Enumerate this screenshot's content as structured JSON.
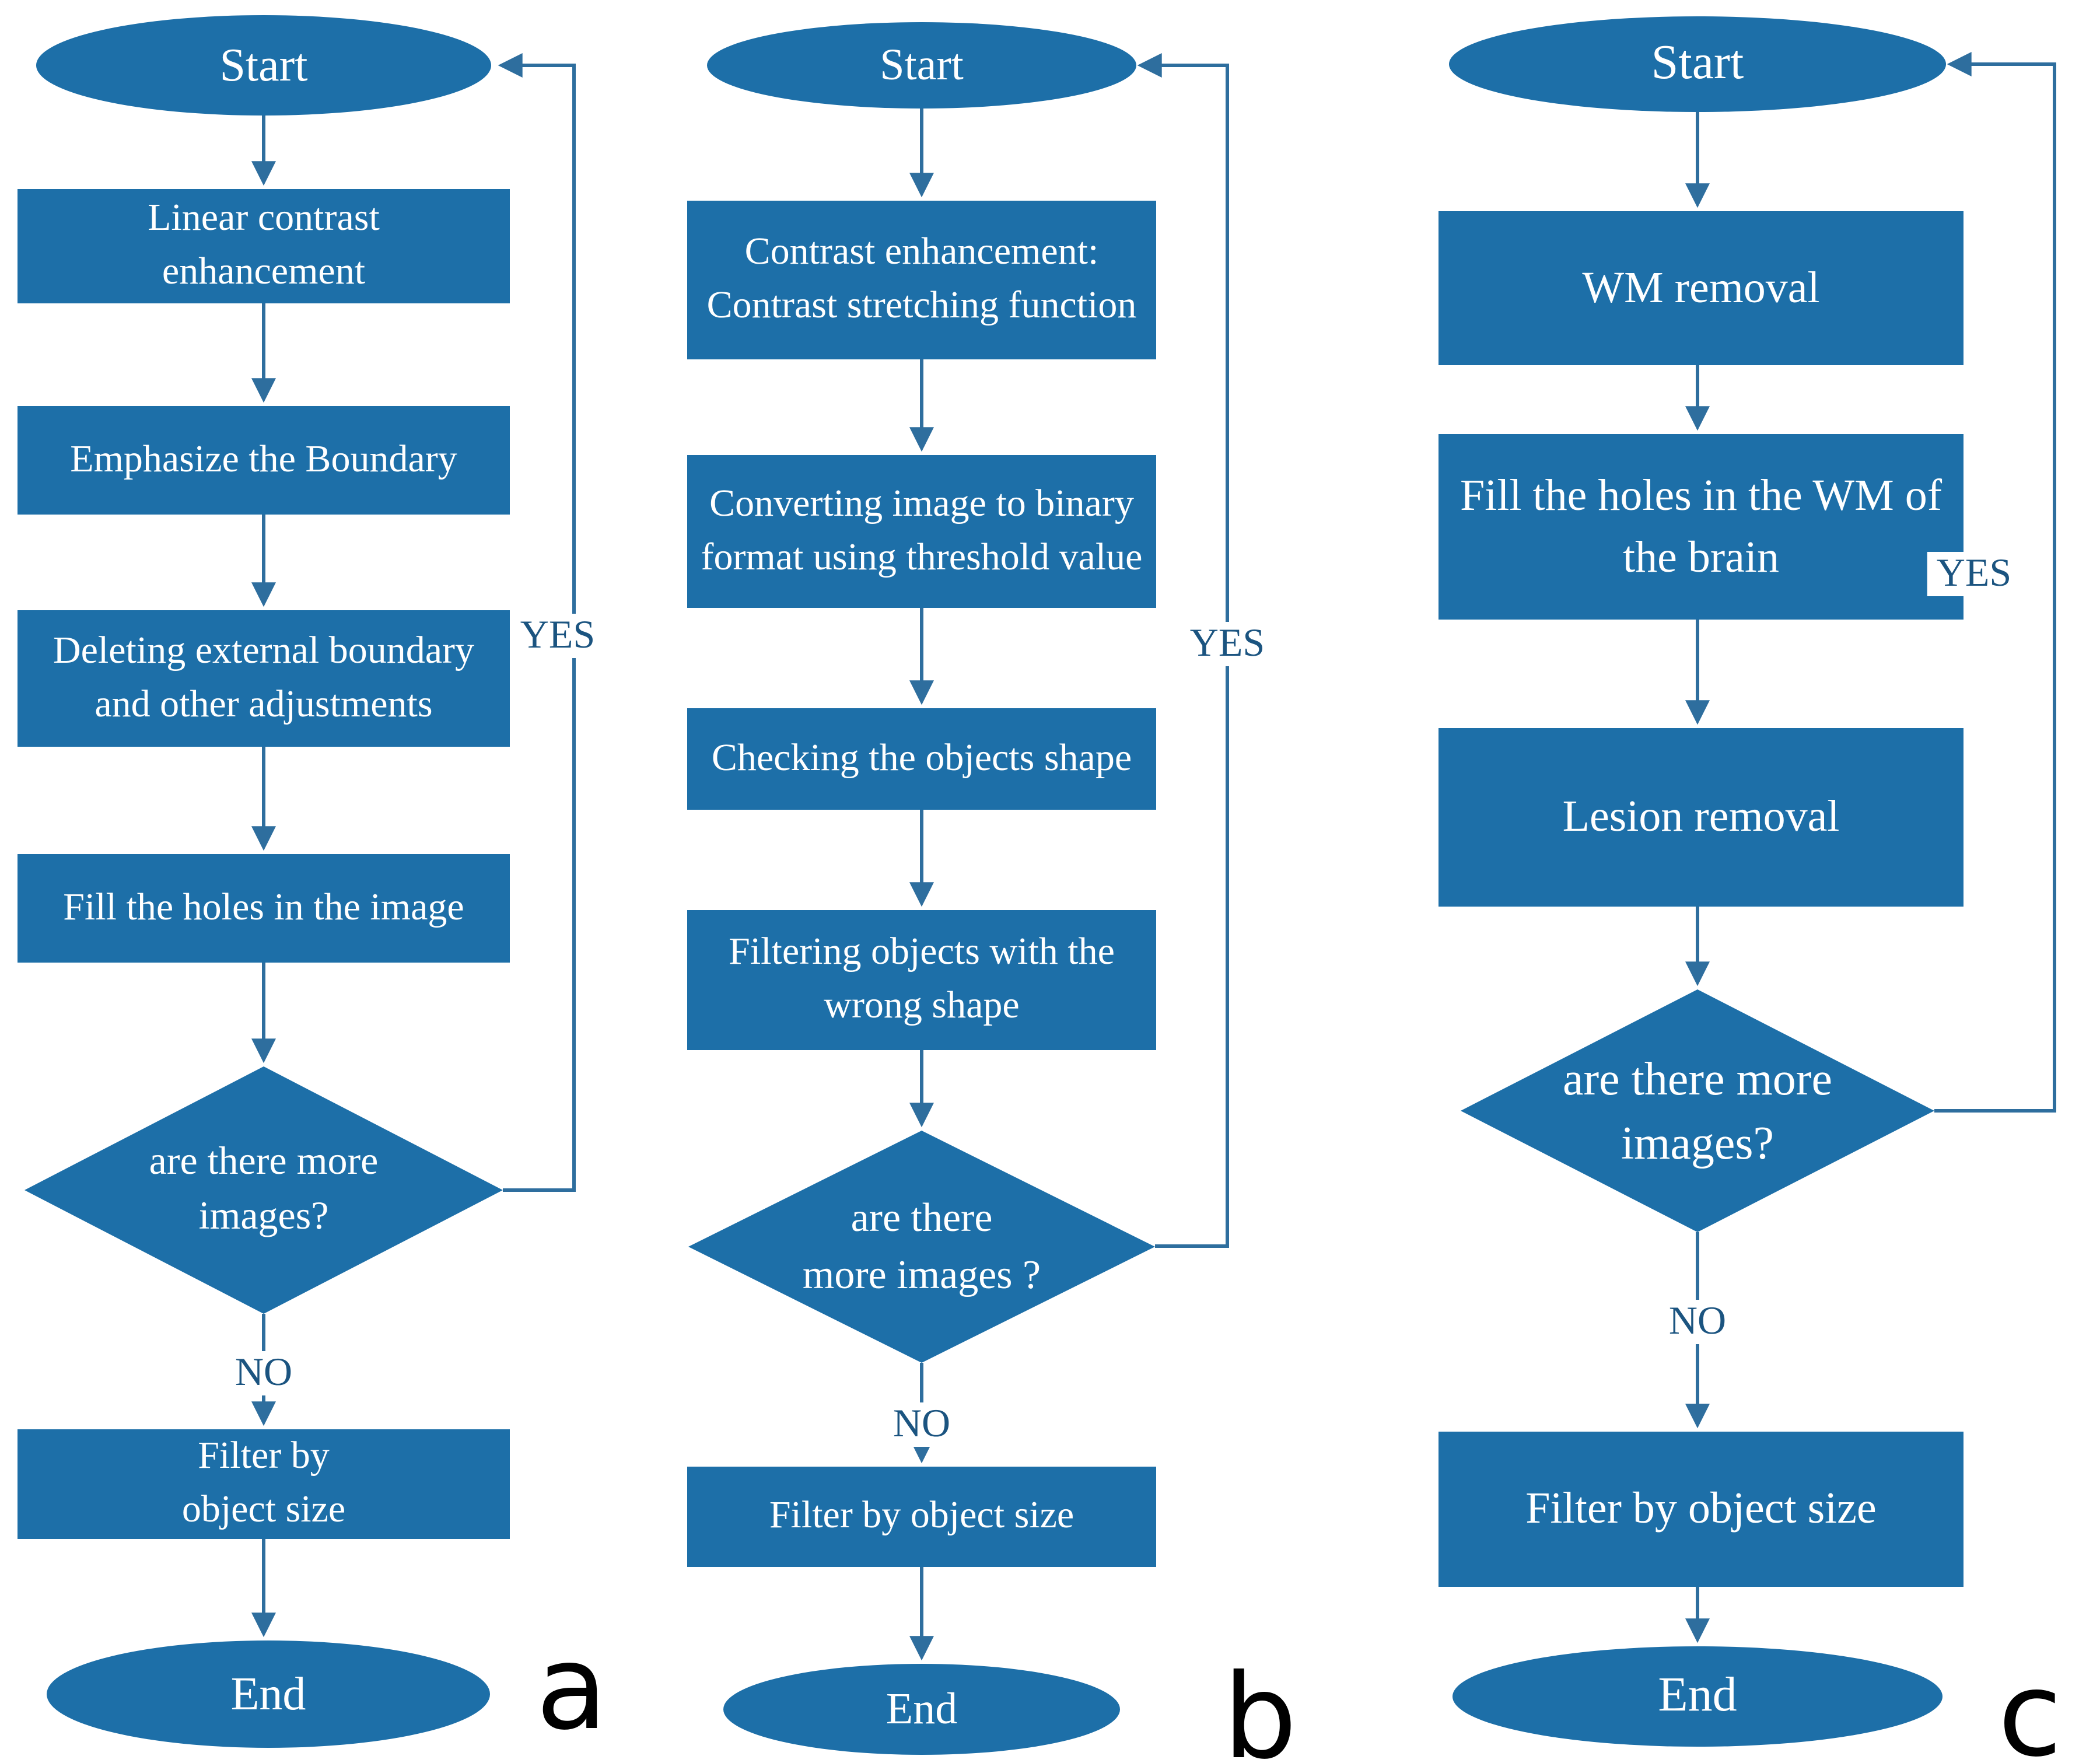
{
  "diagram": {
    "background": "#ffffff",
    "colors": {
      "shape_fill": "#1d6fa8",
      "connector": "#2e6e9e",
      "branch_label_text": "#1b5480",
      "shape_text": "#ffffff",
      "caption_text": "#000000"
    },
    "charts": [
      {
        "caption": "a",
        "start_label": "Start",
        "steps": [
          {
            "lines": [
              "Linear contrast",
              "enhancement"
            ]
          },
          {
            "lines": [
              "Emphasize the Boundary"
            ]
          },
          {
            "lines": [
              "Deleting external boundary",
              "and other adjustments"
            ]
          },
          {
            "lines": [
              "Fill the holes in the image"
            ]
          }
        ],
        "decision_lines": [
          "are there more",
          "images?"
        ],
        "yes_label": "YES",
        "no_label": "NO",
        "final_step_lines": [
          "Filter by",
          "object size"
        ],
        "end_label": "End"
      },
      {
        "caption": "b",
        "start_label": "Start",
        "steps": [
          {
            "lines": [
              "Contrast enhancement:",
              "Contrast stretching function"
            ]
          },
          {
            "lines": [
              "Converting image to binary",
              "format using threshold value"
            ]
          },
          {
            "lines": [
              "Checking the objects shape"
            ]
          },
          {
            "lines": [
              "Filtering objects with the",
              "wrong shape"
            ]
          }
        ],
        "decision_lines": [
          "are there",
          "more images ?"
        ],
        "yes_label": "YES",
        "no_label": "NO",
        "final_step_lines": [
          "Filter by object size"
        ],
        "end_label": "End"
      },
      {
        "caption": "c",
        "start_label": "Start",
        "steps": [
          {
            "lines": [
              "WM removal"
            ]
          },
          {
            "lines": [
              "Fill the holes in the WM of",
              "the brain"
            ]
          },
          {
            "lines": [
              "Lesion removal"
            ]
          }
        ],
        "decision_lines": [
          "are there more",
          "images?"
        ],
        "yes_label": "YES",
        "no_label": "NO",
        "final_step_lines": [
          "Filter by object size"
        ],
        "end_label": "End"
      }
    ]
  }
}
